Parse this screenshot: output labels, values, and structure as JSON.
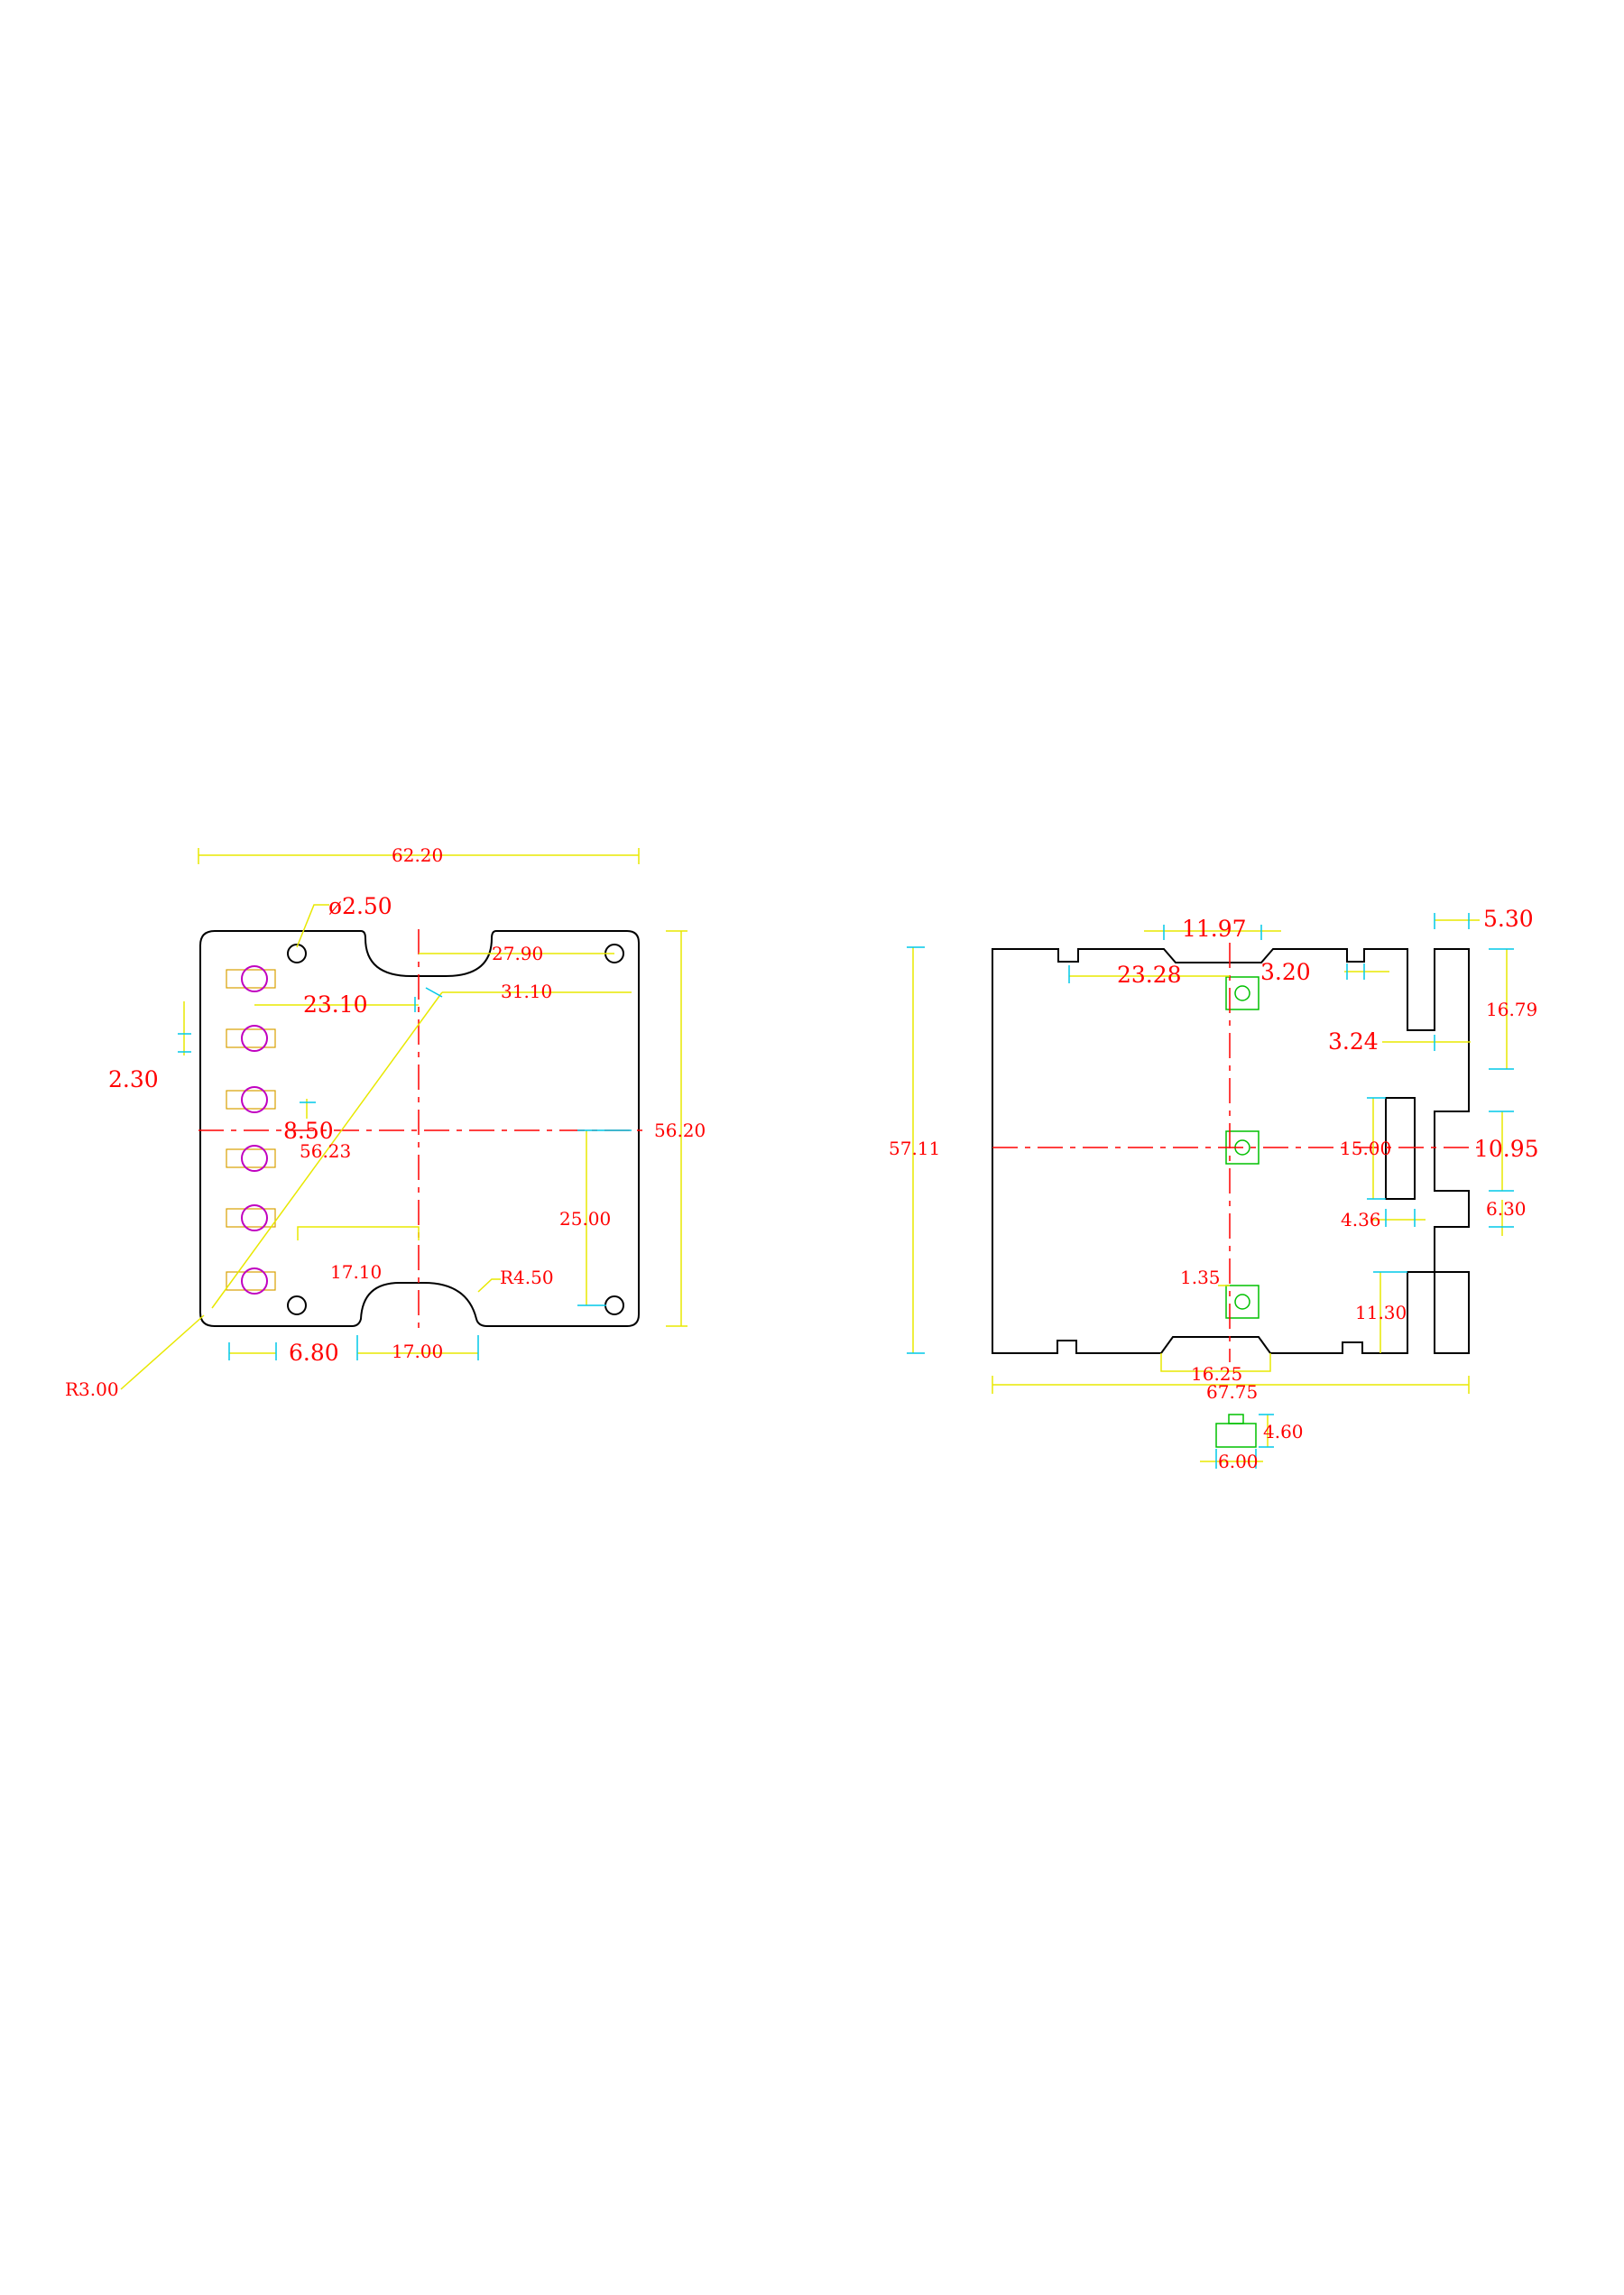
{
  "colors": {
    "outline": "#000000",
    "dimension_line": "#e8e800",
    "extension_line": "#00c8e8",
    "center_line": "#ff0000",
    "dimension_text": "#ff0000",
    "hole": "#c000c0",
    "led_pad": "#d8a000",
    "component": "#00c000"
  },
  "left_view": {
    "dims": {
      "overall_width": "62.20",
      "hole_diameter": "ø2.50",
      "top_notch_offset": "27.90",
      "led_to_center": "23.10",
      "diagonal_span": "31.10",
      "led_pitch": "2.30",
      "slot_depth": "8.50",
      "diagonal_length": "56.23",
      "overall_height": "56.20",
      "lower_hole_offset": "25.00",
      "bottom_offset": "17.10",
      "notch_radius": "R4.50",
      "led_margin": "6.80",
      "bottom_notch_width": "17.00",
      "corner_radius": "R3.00"
    }
  },
  "right_view": {
    "dims": {
      "top_slot_width": "11.97",
      "arm_width": "5.30",
      "top_offset": "23.28",
      "small_notch": "3.20",
      "finger_gap": "3.24",
      "finger_height": "16.79",
      "overall_height": "57.11",
      "window_height": "15.00",
      "finger_spacing": "10.95",
      "window_width": "4.36",
      "finger_gap_2": "6.30",
      "component_offset": "1.35",
      "lower_finger": "11.30",
      "bottom_notch_width": "16.25",
      "overall_width": "67.75"
    },
    "detail": {
      "height": "4.60",
      "width": "6.00"
    }
  }
}
